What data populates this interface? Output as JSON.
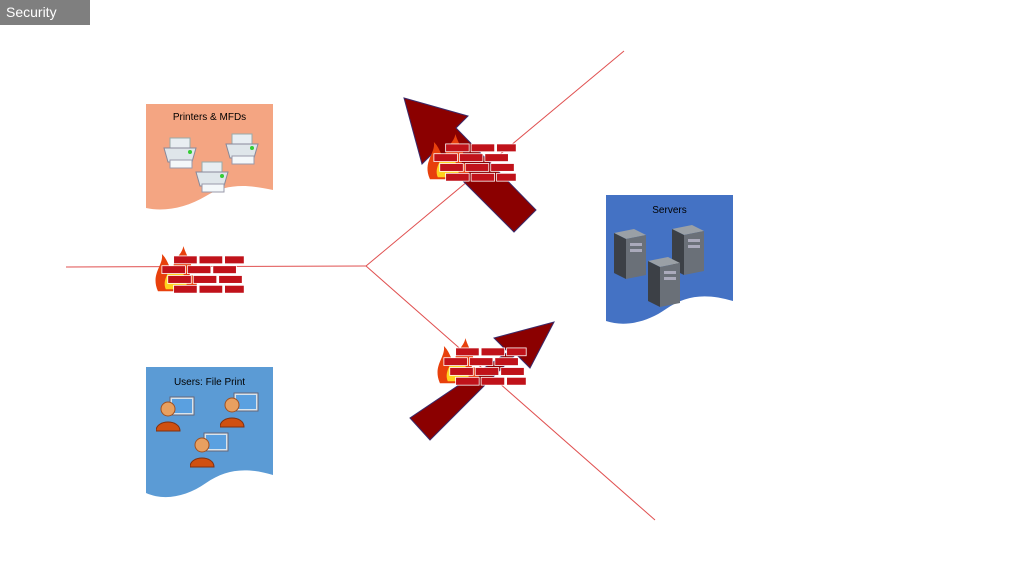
{
  "slide": {
    "title": "Security"
  },
  "cards": {
    "printers": {
      "label": "Printers & MFDs",
      "fill": "#F4A582"
    },
    "users": {
      "label": "Users: File Print",
      "fill": "#5B9BD5"
    },
    "servers": {
      "label": "Servers",
      "fill": "#4472C4"
    }
  },
  "colors": {
    "line": "#E05050",
    "arrow": "#8B0000",
    "brick": "#C0121A",
    "flame_outer": "#E8400C",
    "flame_inner": "#FFD21F"
  },
  "icons": [
    "printer-icon",
    "user-computer-icon",
    "server-tower-icon",
    "firewall-icon",
    "arrow-icon"
  ]
}
